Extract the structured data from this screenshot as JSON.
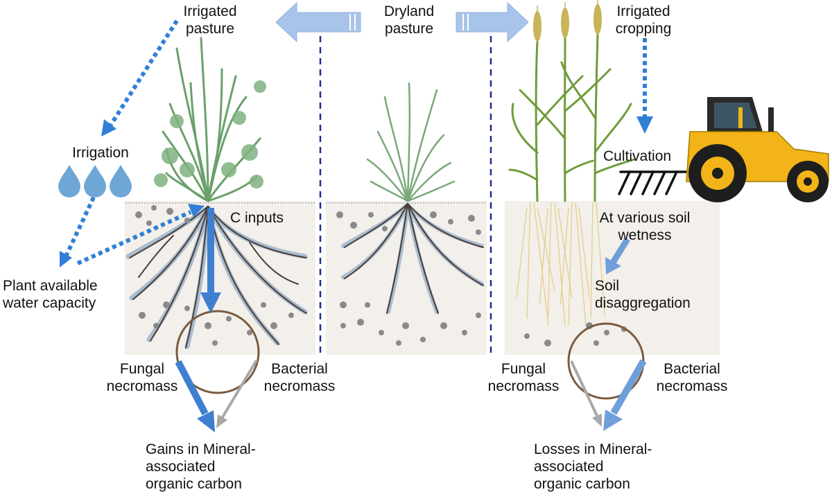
{
  "labels": {
    "irrigated_pasture": [
      "Irrigated",
      "pasture"
    ],
    "dryland_pasture": [
      "Dryland",
      "pasture"
    ],
    "irrigated_cropping": [
      "Irrigated",
      "cropping"
    ],
    "irrigation": "Irrigation",
    "plant_available_water": [
      "Plant available",
      "water capacity"
    ],
    "c_inputs": "C inputs",
    "cultivation": "Cultivation",
    "soil_wetness": [
      "At various soil",
      "wetness"
    ],
    "soil_disaggregation": [
      "Soil",
      "disaggregation"
    ],
    "fungal_necromass_left": [
      "Fungal",
      "necromass"
    ],
    "bacterial_necromass_left": [
      "Bacterial",
      "necromass"
    ],
    "fungal_necromass_right": [
      "Fungal",
      "necromass"
    ],
    "bacterial_necromass_right": [
      "Bacterial",
      "necromass"
    ],
    "gains": [
      "Gains in Mineral-",
      "associated",
      "organic carbon"
    ],
    "losses": [
      "Losses in Mineral-",
      "associated",
      "organic carbon"
    ]
  },
  "colors": {
    "arrow_blue": "#3f7fd0",
    "dotted_blue": "#2f7fd6",
    "light_arrow": "#a9c4ea",
    "divider": "#1a2e8f",
    "soil": "#f3efea",
    "root_blue": "#a9bcd0",
    "root_dark": "#4a3d35",
    "circle": "#7a5a3e",
    "grass": "#6aa06a",
    "wheat_stem": "#6f9b3a",
    "wheat_head": "#c9b45a",
    "tractor_body": "#f2b418",
    "water_drop": "#6ea7d6",
    "gray_arrow": "#a8a8a8"
  }
}
